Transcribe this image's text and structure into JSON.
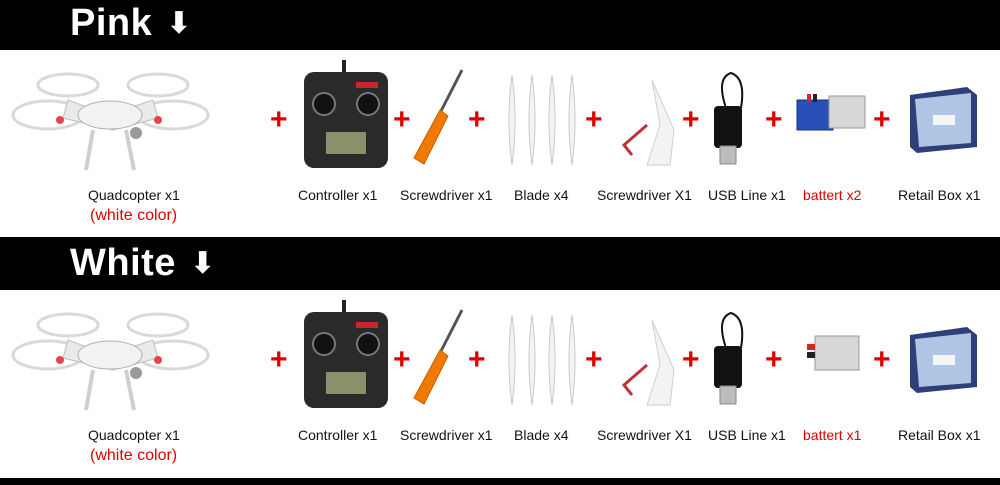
{
  "sections": [
    {
      "title": "Pink",
      "items": [
        {
          "label": "Quadcopter  x1",
          "sub": "(white color)",
          "icon": "quadcopter-icon"
        },
        {
          "label": "Controller  x1",
          "icon": "controller-icon"
        },
        {
          "label": "Screwdriver x1",
          "icon": "screwdriver-icon"
        },
        {
          "label": "Blade  x4",
          "icon": "blade-icon"
        },
        {
          "label": "Screwdriver  X1",
          "icon": "guard-icon"
        },
        {
          "label": "USB Line  x1",
          "icon": "usb-cable-icon"
        },
        {
          "label": "battert  x2",
          "icon": "battery-icon",
          "highlight": true
        },
        {
          "label": "Retail Box x1",
          "icon": "retail-box-icon"
        }
      ]
    },
    {
      "title": "White",
      "items": [
        {
          "label": "Quadcopter  x1",
          "sub": "(white color)",
          "icon": "quadcopter-icon"
        },
        {
          "label": "Controller  x1",
          "icon": "controller-icon"
        },
        {
          "label": "Screwdriver x1",
          "icon": "screwdriver-icon"
        },
        {
          "label": "Blade  x4",
          "icon": "blade-icon"
        },
        {
          "label": "Screwdriver  X1",
          "icon": "guard-icon"
        },
        {
          "label": "USB Line  x1",
          "icon": "usb-cable-icon"
        },
        {
          "label": "battert  x1",
          "icon": "battery-icon",
          "highlight": true
        },
        {
          "label": "Retail Box x1",
          "icon": "retail-box-icon"
        }
      ]
    }
  ],
  "plus_symbol": "+",
  "arrow_symbol": "⬇",
  "colors": {
    "band": "#000000",
    "accent": "#e00000",
    "battery_pink": "#2a4fb8",
    "battery_white": "#c8c8c8"
  }
}
